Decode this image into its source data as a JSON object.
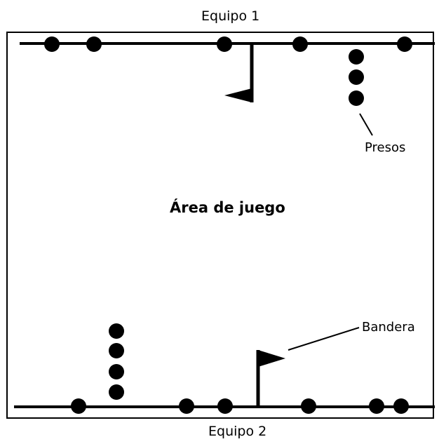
{
  "labels": {
    "team_top": "Equipo 1",
    "team_bottom": "Equipo 2",
    "play_area": "Área de juego",
    "prisoners": "Presos",
    "flag": "Bandera"
  },
  "colors": {
    "ink": "#000000",
    "background": "#ffffff"
  },
  "icons": [
    "flag-icon"
  ]
}
